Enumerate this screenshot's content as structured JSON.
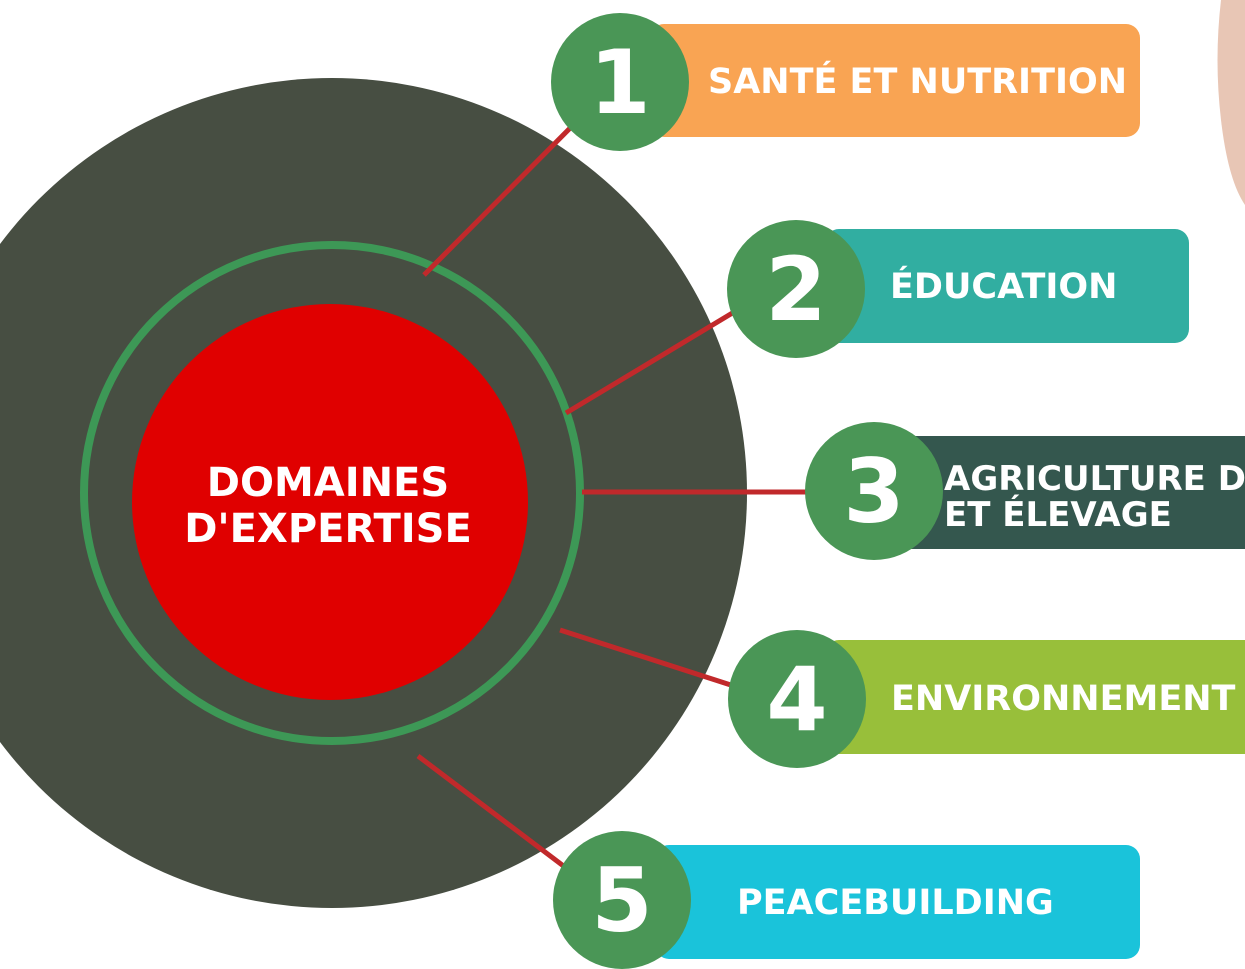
{
  "center": {
    "line1": "DOMAINES",
    "line2": "D'EXPERTISE"
  },
  "colors": {
    "outer_disc": "#474e42",
    "ring": "#3d9856",
    "center_disc": "#e00000",
    "connector": "#c1292b",
    "badge": "#4a9656",
    "photo_bg": "#e9c7b7"
  },
  "items": [
    {
      "number": "1",
      "label": "SANTÉ ET NUTRITION",
      "color": "#f9a453"
    },
    {
      "number": "2",
      "label": "ÉDUCATION",
      "color": "#31aea1"
    },
    {
      "number": "3",
      "label_line1": "AGRICULTURE D",
      "label_line2": "ET ÉLEVAGE",
      "color": "#34574e"
    },
    {
      "number": "4",
      "label": "ENVIRONNEMENT",
      "color": "#98bf3a"
    },
    {
      "number": "5",
      "label": "PEACEBUILDING",
      "color": "#1ac3da"
    }
  ]
}
